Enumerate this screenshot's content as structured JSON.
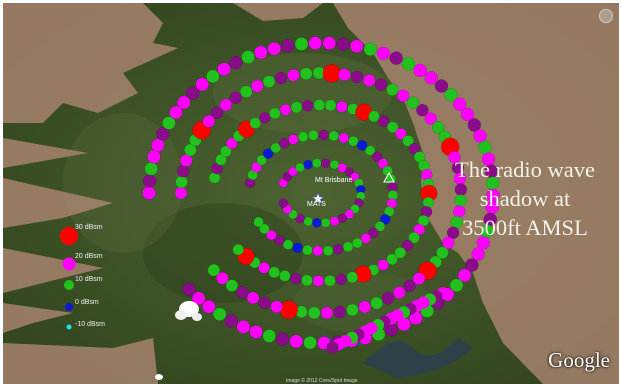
{
  "map": {
    "caption_lines": [
      "The radio wave",
      "shadow at",
      "3500ft AMSL"
    ],
    "legend": [
      {
        "label": "30 dBsm",
        "color": "#ff0000"
      },
      {
        "label": "20 dBsm",
        "color": "#ff00ff"
      },
      {
        "label": "10 dBsm",
        "color": "#22c21e"
      },
      {
        "label": "0 dBsm",
        "color": "#0b1ad6"
      },
      {
        "label": "-10 dBsm",
        "color": "#19e8e8"
      }
    ],
    "places": [
      {
        "label": "Mt Brisbane",
        "icon": "triangle-marker-icon"
      },
      {
        "label": "MATS",
        "icon": "star-marker-icon"
      }
    ],
    "brand": "Google",
    "copyright": "Image © 2012 Cnes/Spot Image",
    "colors": {
      "terrain": "#3f5428",
      "shadow_overlay": "#a3826b",
      "track_red": "#ff0000",
      "track_magenta": "#ff00ff",
      "track_purple": "#8a0c8a",
      "track_green": "#22c21e",
      "track_blue": "#0b1ad6"
    }
  }
}
